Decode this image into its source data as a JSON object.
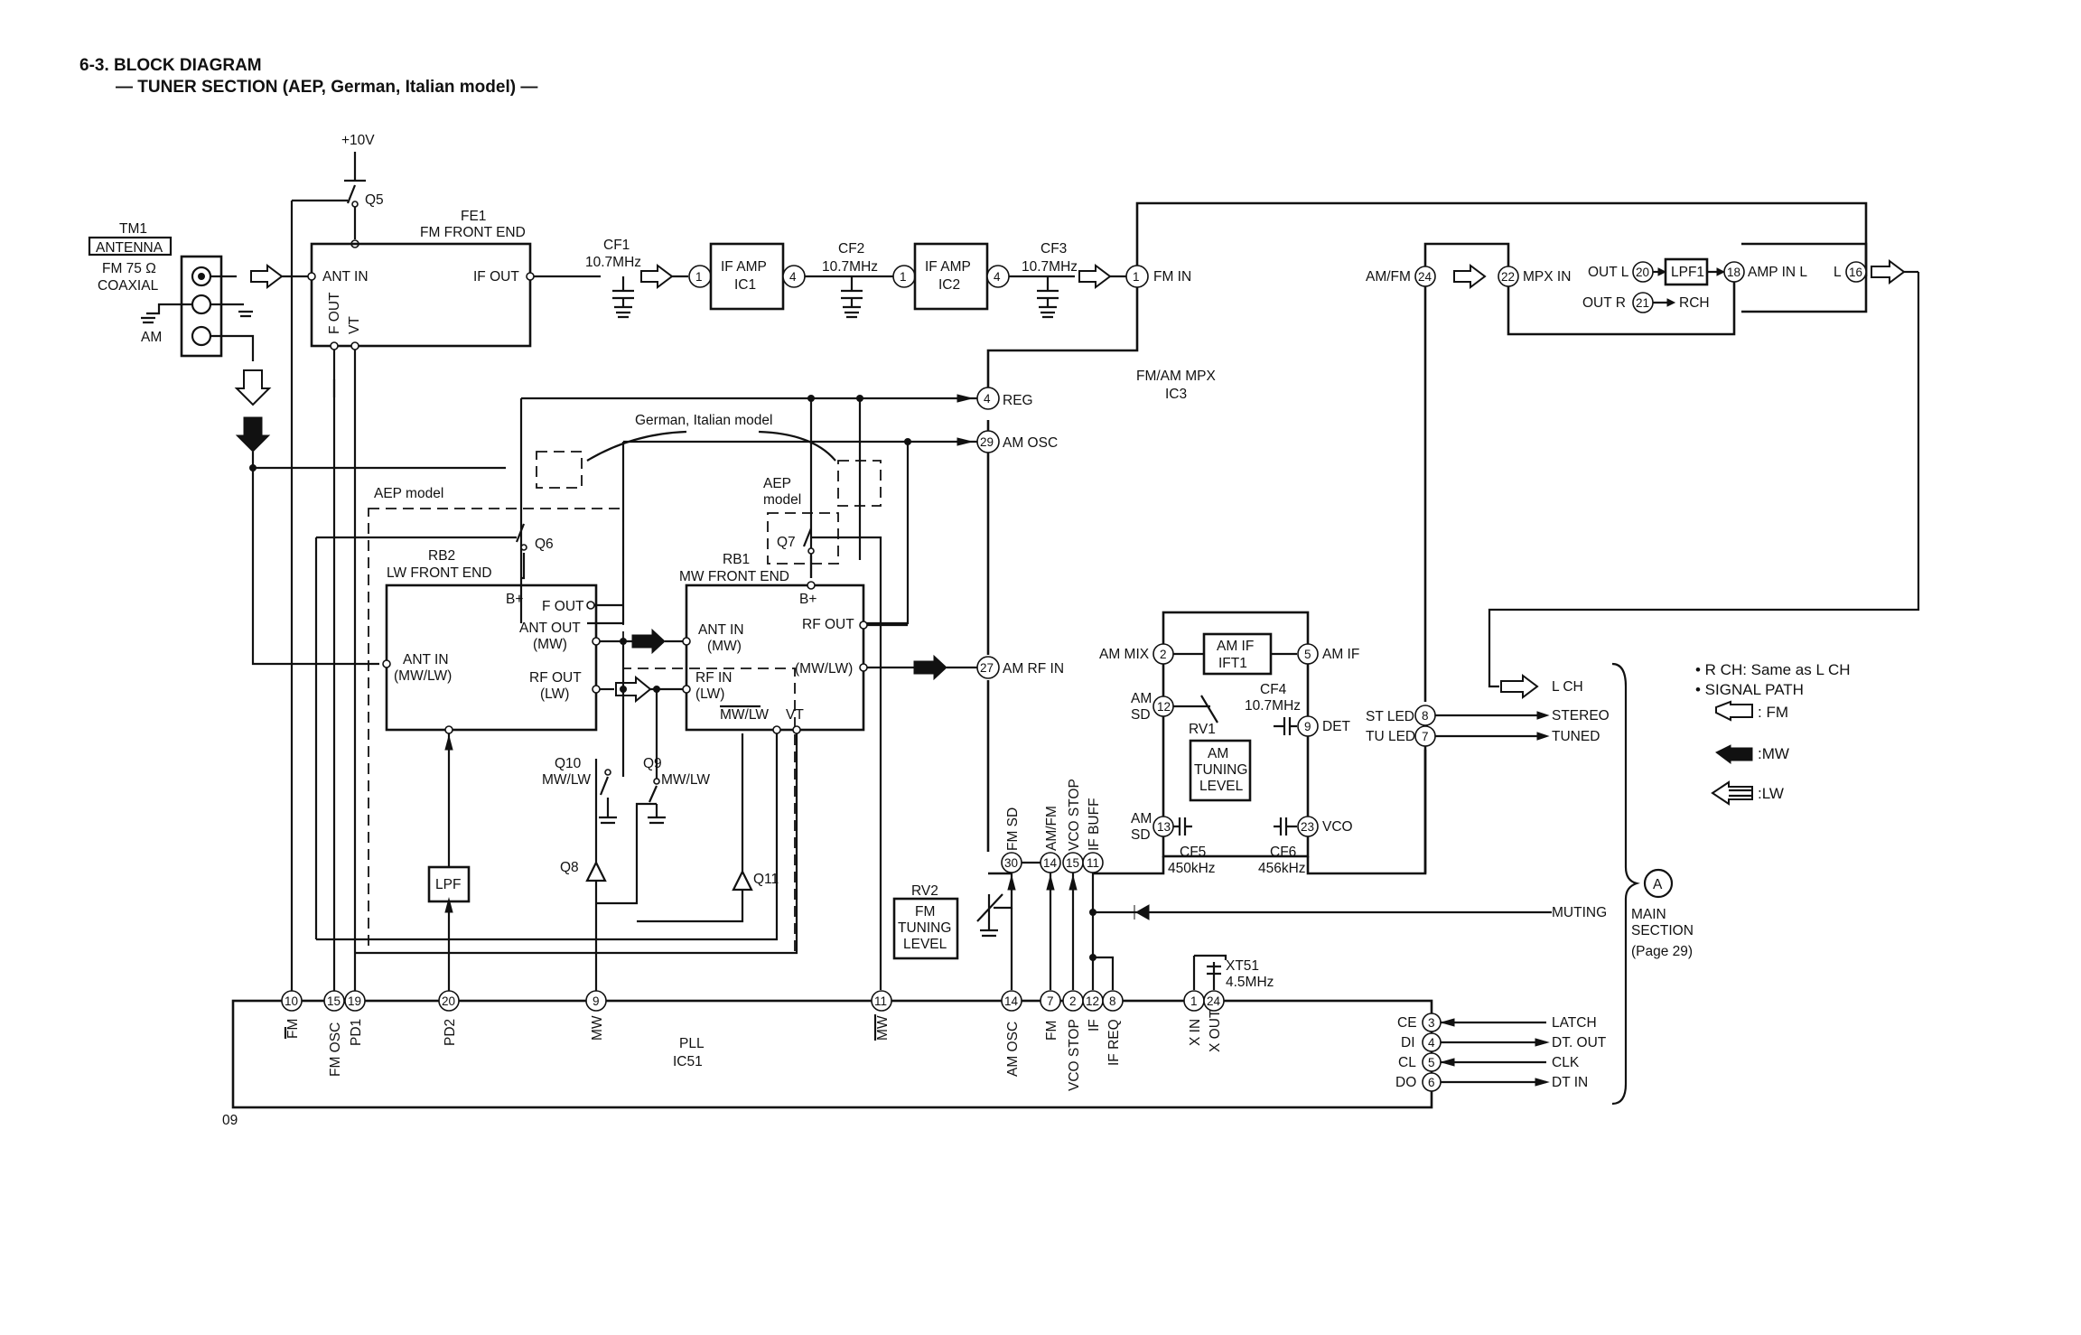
{
  "heading": {
    "line1": "6-3.  BLOCK DIAGRAM",
    "line2": "— TUNER SECTION (AEP, German, Italian model) —"
  },
  "page_code": "09",
  "blocks": {
    "fe1": {
      "ref": "FE1",
      "name": "FM FRONT END",
      "ant_in": "ANT IN",
      "if_out": "IF OUT",
      "f_out": "F OUT",
      "vt": "VT"
    },
    "ic1": {
      "line1": "IF AMP",
      "line2": "IC1",
      "pin_in": "1",
      "pin_out": "4"
    },
    "ic2": {
      "line1": "IF AMP",
      "line2": "IC2",
      "pin_in": "1",
      "pin_out": "4"
    },
    "ic3": {
      "name": "FM/AM MPX",
      "ref": "IC3",
      "fm_in": "FM IN",
      "reg": "REG",
      "am_osc": "AM OSC",
      "am_rf_in": "AM RF IN",
      "am_fm": "AM/FM",
      "mpx_in": "MPX IN",
      "out_l": "OUT L",
      "out_r": "OUT R",
      "amp_in_l": "AMP IN L",
      "l": "L",
      "rch": "RCH",
      "lpf1": "LPF1",
      "am_mix": "AM MIX",
      "am_if": "AM IF",
      "am_if_box": [
        "AM IF",
        "IFT1"
      ],
      "am_sd": [
        "AM",
        "SD"
      ],
      "det": "DET",
      "vco": "VCO",
      "st_led": "ST LED",
      "tu_led": "TU LED",
      "fm_sd": "FM SD",
      "amfm_v": "AM/FM",
      "vco_stop": "VCO STOP",
      "if_buff": "IF BUFF",
      "am_tuning": [
        "AM",
        "TUNING",
        "LEVEL"
      ]
    },
    "rb1": {
      "ref": "RB1",
      "name": "MW FRONT END",
      "bplus": "B+",
      "ant_in": [
        "ANT IN",
        "(MW)"
      ],
      "rf_in": [
        "RF IN",
        "(LW)"
      ],
      "mwlw": "MW/LW",
      "vt": "VT",
      "rf_out": "RF OUT",
      "mwlw_out": "(MW/LW)"
    },
    "rb2": {
      "ref": "RB2",
      "name": "LW FRONT END",
      "bplus": "B+",
      "ant_in": [
        "ANT IN",
        "(MW/LW)"
      ],
      "f_out": "F OUT",
      "ant_out": [
        "ANT OUT",
        "(MW)"
      ],
      "rf_out": [
        "RF OUT",
        "(LW)"
      ]
    },
    "pll": {
      "name": "PLL",
      "ref": "IC51",
      "ce": "CE",
      "di": "DI",
      "cl": "CL",
      "do": "DO"
    },
    "lpf": "LPF",
    "rv2": {
      "ref": "RV2",
      "text": [
        "FM",
        "TUNING",
        "LEVEL"
      ]
    },
    "antenna": {
      "ref": "TM1",
      "name": "ANTENNA",
      "fm": "FM 75 Ω",
      "coaxial": "COAXIAL",
      "am": "AM"
    }
  },
  "components": {
    "q5": "Q5",
    "q6": "Q6",
    "q7": "Q7",
    "q8": "Q8",
    "q9": "Q9",
    "q10": "Q10",
    "q11": "Q11",
    "q9_lbl": "MW/LW",
    "q10_lbl": "MW/LW",
    "rv1": "RV1",
    "xt51": "XT51",
    "xt51_f": "4.5MHz",
    "cf1": "CF1",
    "cf2": "CF2",
    "cf3": "CF3",
    "cf_freq": "10.7MHz",
    "cf4": "CF4",
    "cf4_f": "10.7MHz",
    "cf5": "CF5",
    "cf5_f": "450kHz",
    "cf6": "CF6",
    "cf6_f": "456kHz",
    "plus10v": "+10V",
    "german_italian": "German, Italian model",
    "aep_model": "AEP model",
    "aep": "AEP",
    "model": "model"
  },
  "pins": {
    "fm_in": "1",
    "reg": "4",
    "am_osc": "29",
    "am_rf_in": "27",
    "am_fm": "24",
    "mpx_in": "22",
    "out_l": "20",
    "out_r": "21",
    "amp_in_l": "18",
    "l": "16",
    "am_mix": "2",
    "am_if": "5",
    "am_sd": "12",
    "det": "9",
    "am_sd2": "13",
    "vco": "23",
    "st_led": "8",
    "tu_led": "7",
    "fm_sd": "30",
    "amfm": "14",
    "vco_stop": "15",
    "if_buff": "11",
    "pll_fm": "10",
    "pll_fmosc": "15",
    "pll_pd1": "19",
    "pll_pd2": "20",
    "pll_mw": "9",
    "pll_mwb": "11",
    "pll_amosc": "14",
    "pll_fm2": "7",
    "pll_vcostop": "2",
    "pll_if": "12",
    "pll_ifreq": "8",
    "pll_xin": "1",
    "pll_xout": "24",
    "pll_ce": "3",
    "pll_di": "4",
    "pll_cl": "5",
    "pll_do": "6"
  },
  "pll_labels": [
    "FM",
    "FM OSC",
    "PD1",
    "PD2",
    "MW",
    "MW",
    "AM OSC",
    "FM",
    "VCO STOP",
    "IF",
    "IF REQ",
    "X IN",
    "X OUT"
  ],
  "outputs": {
    "lch": "L CH",
    "stereo": "STEREO",
    "tuned": "TUNED",
    "muting": "MUTING",
    "latch": "LATCH",
    "dt_out": "DT. OUT",
    "clk": "CLK",
    "dt_in": "DT IN"
  },
  "main_section": {
    "marker": "A",
    "line1": "MAIN",
    "line2": "SECTION",
    "line3": "(Page 29)"
  },
  "legend": {
    "rch": "• R CH: Same as L CH",
    "signal_path": "• SIGNAL PATH",
    "fm": ": FM",
    "mw": ":MW",
    "lw": ":LW"
  }
}
